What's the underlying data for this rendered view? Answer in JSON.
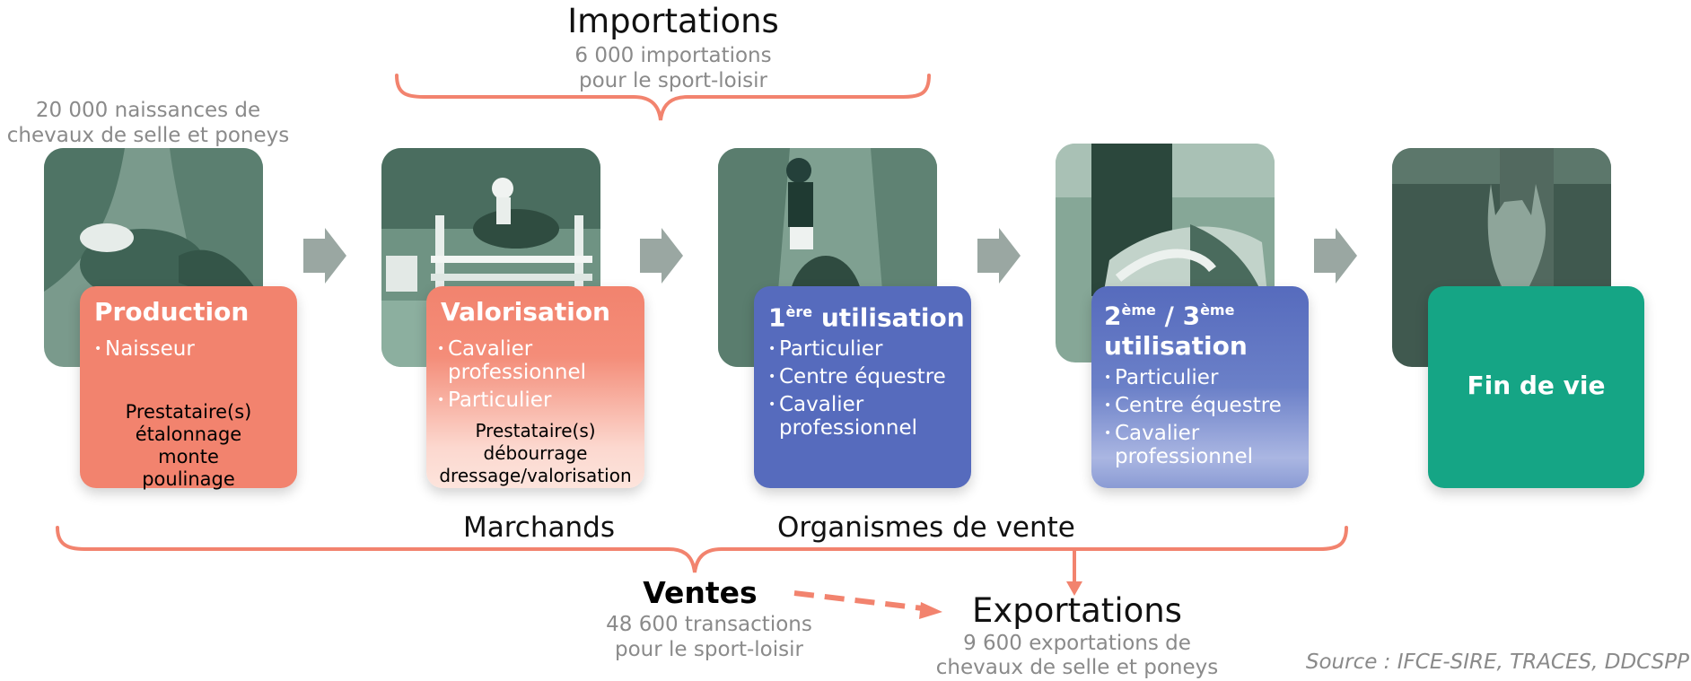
{
  "top": {
    "importations_title": "Importations",
    "importations_line1": "6 000 importations",
    "importations_line2": "pour le sport-loisir",
    "naissances_line1": "20 000 naissances de",
    "naissances_line2": "chevaux de selle et poneys"
  },
  "stages": [
    {
      "title": "Production",
      "bullets": [
        "Naisseur"
      ],
      "sub": [
        "Prestataire(s)",
        "étalonnage",
        "monte",
        "poulinage"
      ],
      "color": "#f2836e"
    },
    {
      "title": "Valorisation",
      "bullets": [
        "Cavalier professionnel",
        "Particulier"
      ],
      "sub": [
        "Prestataire(s)",
        "débourrage",
        "dressage/valorisation"
      ],
      "color": "#f2836e"
    },
    {
      "title_pre": "1",
      "title_sup": "ère",
      "title_post": " utilisation",
      "bullets": [
        "Particulier",
        "Centre équestre",
        "Cavalier professionnel"
      ],
      "color": "#566bbd"
    },
    {
      "title_pre": "2",
      "title_sup": "ème",
      "title_mid": " / 3",
      "title_sup2": "ème",
      "title_line2": "utilisation",
      "bullets": [
        "Particulier",
        "Centre équestre",
        "Cavalier professionnel"
      ],
      "color": "#566bbd"
    },
    {
      "title": "Fin de vie",
      "color": "#15a585"
    }
  ],
  "bottom": {
    "marchands": "Marchands",
    "organismes": "Organismes de vente",
    "ventes_title": "Ventes",
    "ventes_line1": "48 600 transactions",
    "ventes_line2": "pour le sport-loisir",
    "exportations_title": "Exportations",
    "exportations_line1": "9 600 exportations de",
    "exportations_line2": "chevaux de selle et poneys",
    "source": "Source : IFCE-SIRE, TRACES, DDCSPP"
  },
  "colors": {
    "salmon": "#f2836e",
    "blue": "#566bbd",
    "green": "#15a585",
    "photo_tint": "#5f8a7a",
    "arrow_grey": "#9aa7a2"
  }
}
